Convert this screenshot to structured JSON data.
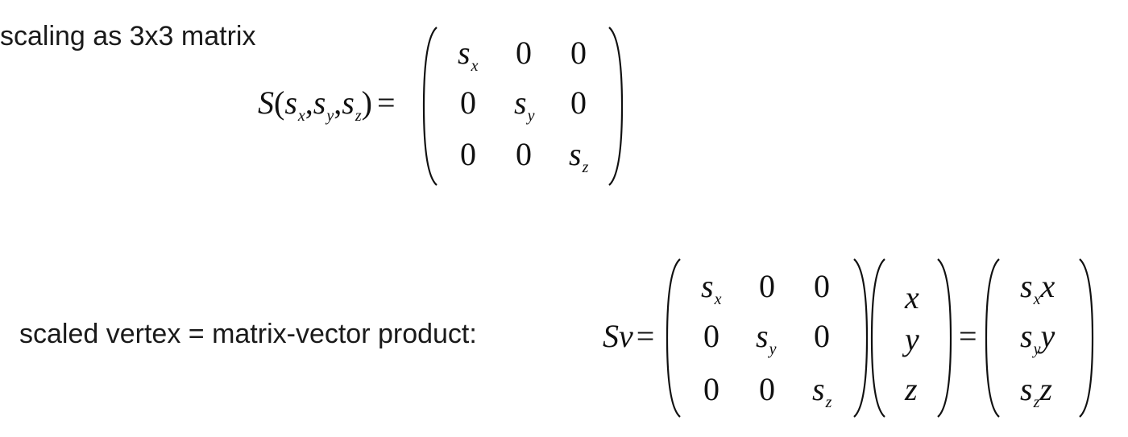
{
  "slide": {
    "heading": "scaling as 3x3 matrix",
    "caption": "scaled vertex = matrix-vector product:"
  },
  "eq1": {
    "lhs_fn": "S",
    "lhs_open": "(",
    "lhs_args": [
      {
        "base": "s",
        "sub": "x"
      },
      {
        "base": "s",
        "sub": "y"
      },
      {
        "base": "s",
        "sub": "z"
      }
    ],
    "lhs_sep": ",",
    "lhs_close": ")",
    "equals": "=",
    "matrix": [
      [
        {
          "base": "s",
          "sub": "x"
        },
        {
          "base": "0",
          "sub": ""
        },
        {
          "base": "0",
          "sub": ""
        }
      ],
      [
        {
          "base": "0",
          "sub": ""
        },
        {
          "base": "s",
          "sub": "y"
        },
        {
          "base": "0",
          "sub": ""
        }
      ],
      [
        {
          "base": "0",
          "sub": ""
        },
        {
          "base": "0",
          "sub": ""
        },
        {
          "base": "s",
          "sub": "z"
        }
      ]
    ]
  },
  "eq2": {
    "lhs": "Sv",
    "equals": "=",
    "matrix": [
      [
        {
          "base": "s",
          "sub": "x"
        },
        {
          "base": "0",
          "sub": ""
        },
        {
          "base": "0",
          "sub": ""
        }
      ],
      [
        {
          "base": "0",
          "sub": ""
        },
        {
          "base": "s",
          "sub": "y"
        },
        {
          "base": "0",
          "sub": ""
        }
      ],
      [
        {
          "base": "0",
          "sub": ""
        },
        {
          "base": "0",
          "sub": ""
        },
        {
          "base": "s",
          "sub": "z"
        }
      ]
    ],
    "vector": [
      "x",
      "y",
      "z"
    ],
    "equals2": "=",
    "result": [
      {
        "base": "s",
        "sub": "x",
        "tail": "x"
      },
      {
        "base": "s",
        "sub": "y",
        "tail": "y"
      },
      {
        "base": "s",
        "sub": "z",
        "tail": "z"
      }
    ]
  }
}
